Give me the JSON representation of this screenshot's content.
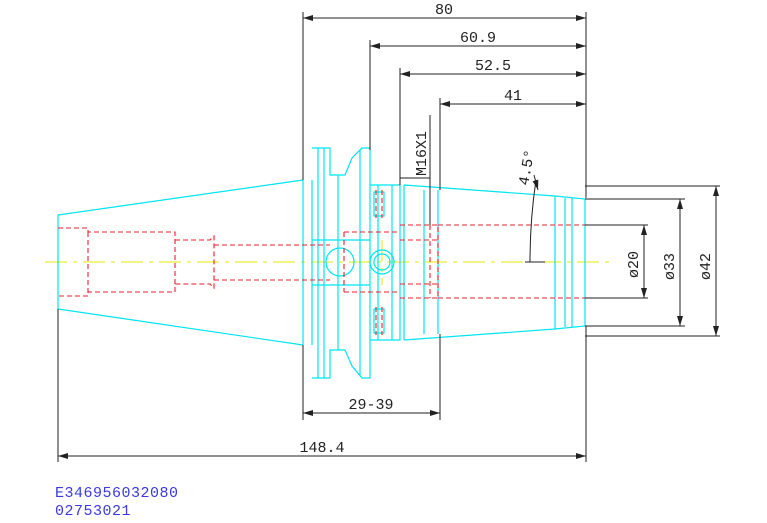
{
  "dimensions": {
    "d80": "80",
    "d60_9": "60.9",
    "d52_5": "52.5",
    "d41": "41",
    "thread": "M16X1",
    "angle": "4.5°",
    "dia20": "ø20",
    "dia33": "ø33",
    "dia42": "ø42",
    "range": "29-39",
    "total": "148.4"
  },
  "part_code": "E346956032080",
  "order_code": "02753021",
  "colors": {
    "outline": "#00e5f0",
    "hidden": "#e8202a",
    "centerline": "#e8e800",
    "dimension": "#222222",
    "code": "#3a3ae0"
  }
}
